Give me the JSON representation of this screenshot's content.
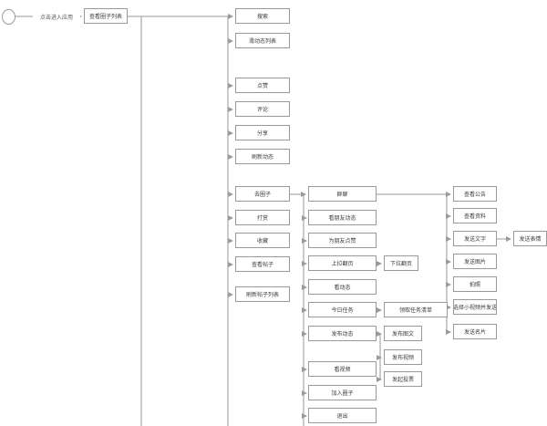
{
  "diagram": {
    "edge_label": "点击进入应用",
    "root_label": "查看圈子列表",
    "level2": [
      "搜索",
      "滑动态列表",
      "点赞",
      "评论",
      "分享",
      "刷新动态",
      "去圈子",
      "打赏",
      "收藏",
      "查看帖子",
      "刷新帖子列表"
    ],
    "level3": [
      "群聊",
      "看朋友动态",
      "为朋友点赞",
      "上拉翻页",
      "看动态",
      "今日任务",
      "发布动态",
      "看视频",
      "加入圈子",
      "退出"
    ],
    "level4": [
      "下拉翻页",
      "领取任务清单",
      "发布图文",
      "发布视频",
      "发起投票"
    ],
    "level5": [
      "查看公告",
      "查看资料",
      "发送文字",
      "发送图片",
      "拍照",
      "选择小视频并发送",
      "发送名片"
    ],
    "level6": [
      "发送表情"
    ]
  },
  "colors": {
    "line": "#9a9a9a",
    "box_border": "#9a9a9a",
    "box_bg": "#ffffff",
    "text": "#3a3a3a",
    "canvas": "#ffffff"
  }
}
